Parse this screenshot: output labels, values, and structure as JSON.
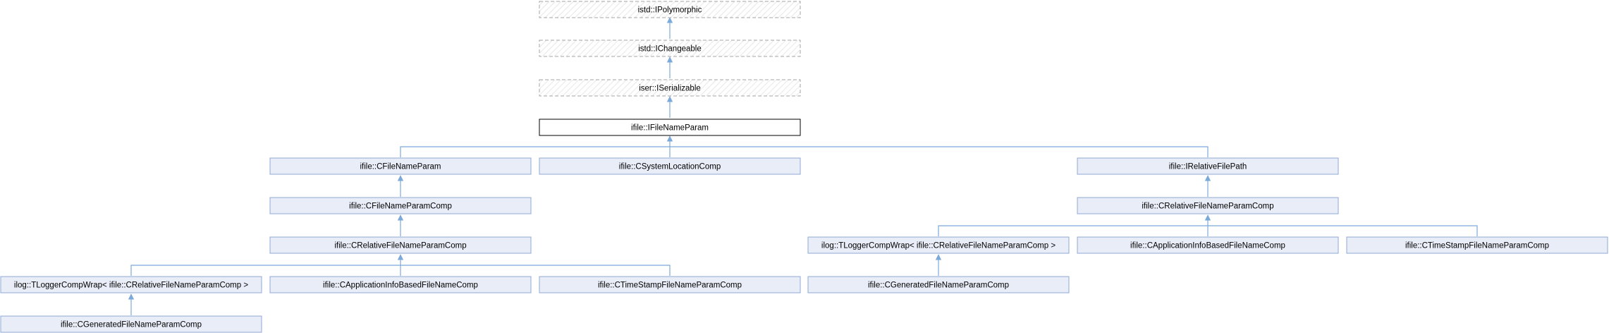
{
  "nodes": {
    "ipolymorphic": "istd::IPolymorphic",
    "ichangeable": "istd::IChangeable",
    "iserializable": "iser::ISerializable",
    "ifilenameparam": "ifile::IFileNameParam",
    "cfilenameparam": "ifile::CFileNameParam",
    "csystemlocationcomp": "ifile::CSystemLocationComp",
    "irelativefilepath": "ifile::IRelativeFilePath",
    "cfilenameparamcomp": "ifile::CFileNameParamComp",
    "crelativefilenameparamcomp_left": "ifile::CRelativeFileNameParamComp",
    "crelativefilenameparamcomp_right": "ifile::CRelativeFileNameParamComp",
    "tloggercompwrap_left": "ilog::TLoggerCompWrap< ifile::CRelativeFileNameParamComp >",
    "capplicationinfo_left": "ifile::CApplicationInfoBasedFileNameComp",
    "ctimestamp_left": "ifile::CTimeStampFileNameParamComp",
    "tloggercompwrap_right": "ilog::TLoggerCompWrap< ifile::CRelativeFileNameParamComp >",
    "capplicationinfo_right": "ifile::CApplicationInfoBasedFileNameComp",
    "ctimestamp_right": "ifile::CTimeStampFileNameParamComp",
    "cgenerated_left": "ifile::CGeneratedFileNameParamComp",
    "cgenerated_right": "ifile::CGeneratedFileNameParamComp"
  },
  "colors": {
    "edge": "#7BA9D9",
    "node_fill": "#E8EDF7",
    "node_border": "#8FA8D6",
    "focus_border": "#000000",
    "interface_border": "#A6A6A6"
  }
}
